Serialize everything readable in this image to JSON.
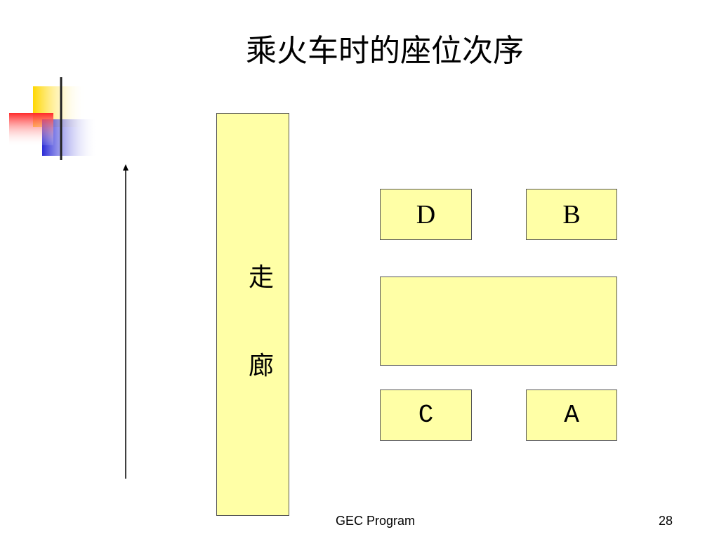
{
  "slide": {
    "title": "乘火车时的座位次序",
    "corridor": {
      "char_1": "走",
      "char_2": "廊"
    },
    "seats": {
      "d": "D",
      "b": "B",
      "c": "C",
      "a": "A"
    },
    "footer": {
      "program": "GEC Program",
      "page_number": "28"
    }
  },
  "colors": {
    "seat_fill": "#ffffa6",
    "deco_yellow": "#ffd700",
    "deco_red": "#ff3b3b",
    "deco_blue": "#2b2bd6"
  }
}
